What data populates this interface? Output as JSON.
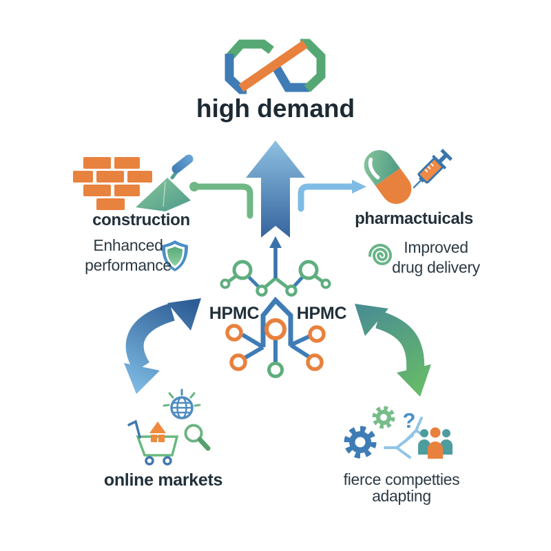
{
  "title": "high demand",
  "logo": {
    "name": "infinity-loop-logo"
  },
  "molecule": {
    "label_left": "HPMC",
    "label_right": "HPMC"
  },
  "sections": {
    "construction": {
      "label": "construction",
      "benefit_line1": "Enhanced",
      "benefit_line2": "performance",
      "icons": [
        "brick-wall-icon",
        "trowel-icon",
        "shield-icon"
      ]
    },
    "pharmaceuticals": {
      "label": "pharmactuicals",
      "benefit_line1": "Improved",
      "benefit_line2": "drug delivery",
      "icons": [
        "capsule-icon",
        "syringe-icon",
        "spiral-icon"
      ]
    },
    "online_markets": {
      "label": "online markets",
      "icons": [
        "shopping-cart-icon",
        "house-icon",
        "globe-icon",
        "magnifier-icon"
      ]
    },
    "competition": {
      "line1": "fierce competties",
      "line2": "adapting",
      "question_mark": "?",
      "icons": [
        "gear-icon",
        "gear-small-icon",
        "branch-icon",
        "people-icon"
      ]
    }
  },
  "colors": {
    "blue": "#3f7cb6",
    "light_blue": "#7fbbe4",
    "green": "#5fae7e",
    "teal": "#4e9d9e",
    "orange": "#e8813d",
    "dark_text": "#22303a"
  }
}
